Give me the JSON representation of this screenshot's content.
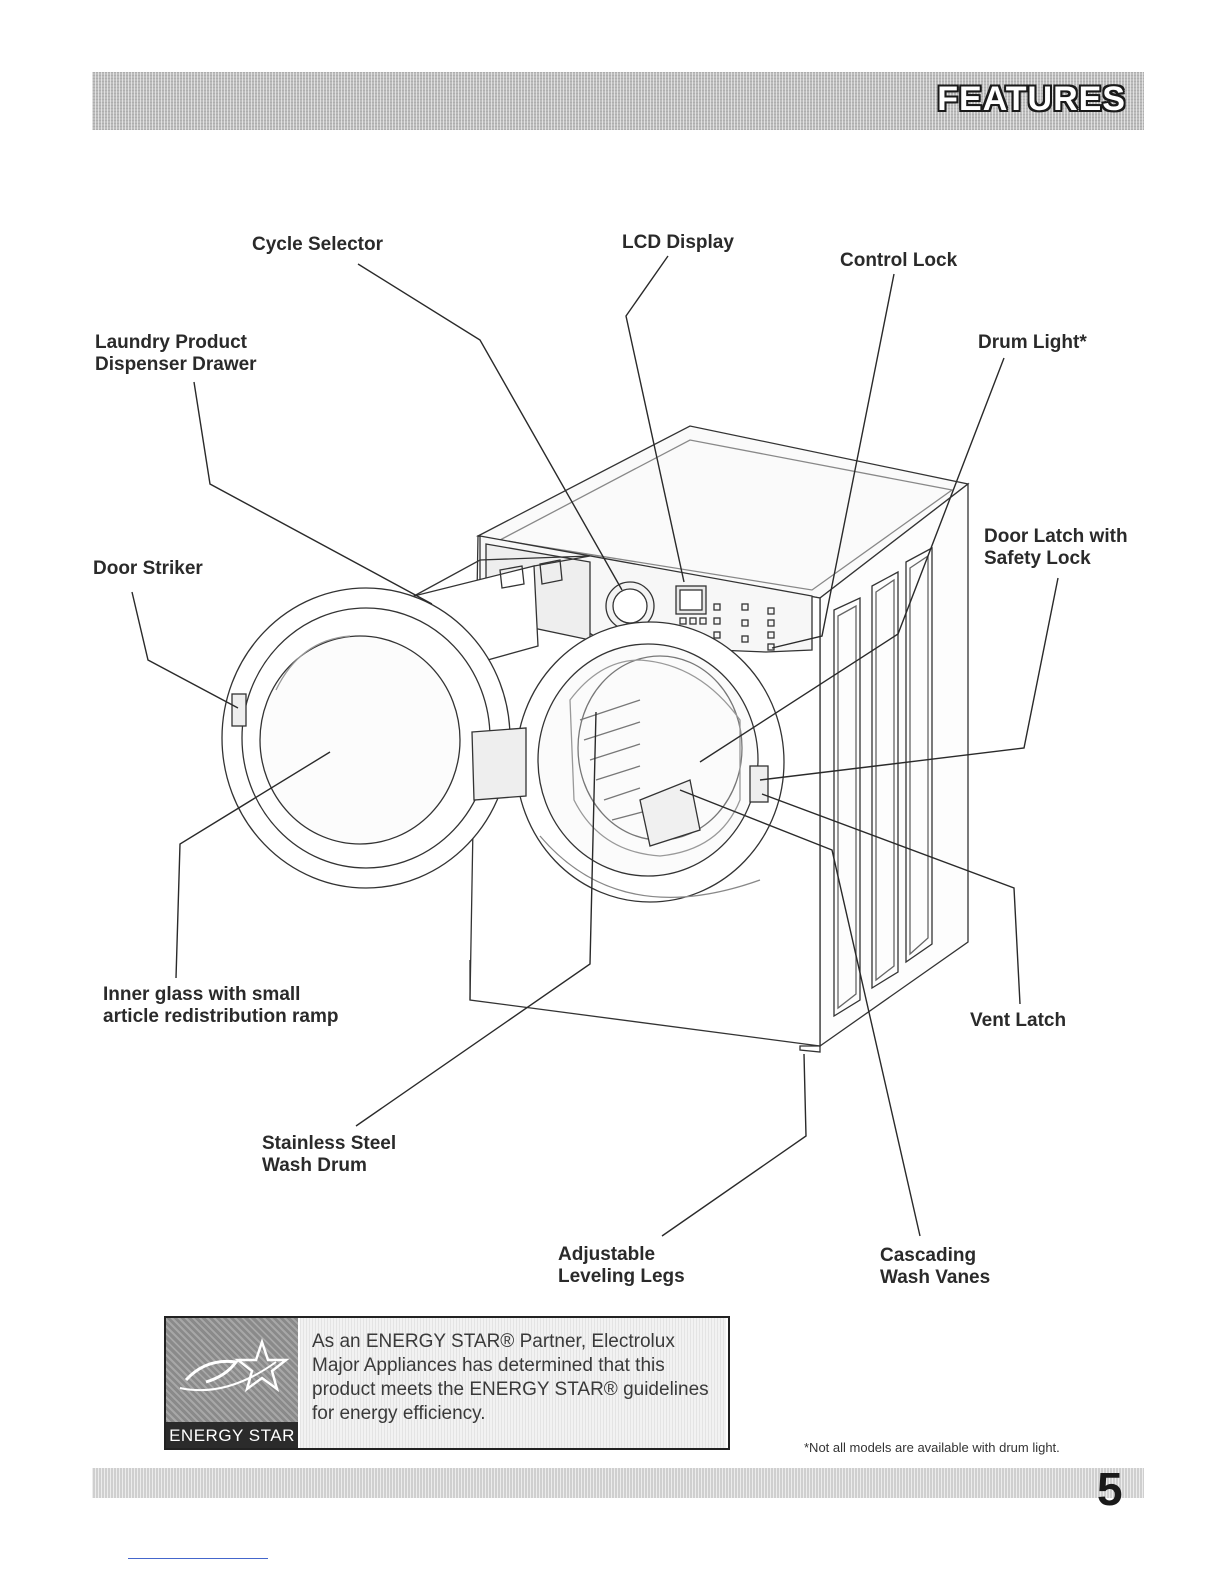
{
  "header": {
    "title": "FEATURES"
  },
  "labels": {
    "cycle_selector": "Cycle Selector",
    "lcd_display": "LCD Display",
    "control_lock": "Control Lock",
    "drum_light": "Drum Light*",
    "dispenser_drawer_line1": "Laundry Product",
    "dispenser_drawer_line2": "Dispenser Drawer",
    "door_striker": "Door Striker",
    "door_latch_line1": "Door Latch with",
    "door_latch_line2": "Safety Lock",
    "inner_glass_line1": "Inner glass with small",
    "inner_glass_line2": "article redistribution ramp",
    "vent_latch": "Vent Latch",
    "wash_drum_line1": "Stainless Steel",
    "wash_drum_line2": "Wash Drum",
    "leveling_legs_line1": "Adjustable",
    "leveling_legs_line2": "Leveling Legs",
    "wash_vanes_line1": "Cascading",
    "wash_vanes_line2": "Wash Vanes"
  },
  "energy_star": {
    "logo_text": "ENERGY STAR",
    "statement": "As an ENERGY STAR® Partner, Electrolux Major Appliances has determined that this product meets the ENERGY STAR® guidelines for energy efficiency."
  },
  "footnote": "*Not all models are available with drum light.",
  "page_number": "5"
}
